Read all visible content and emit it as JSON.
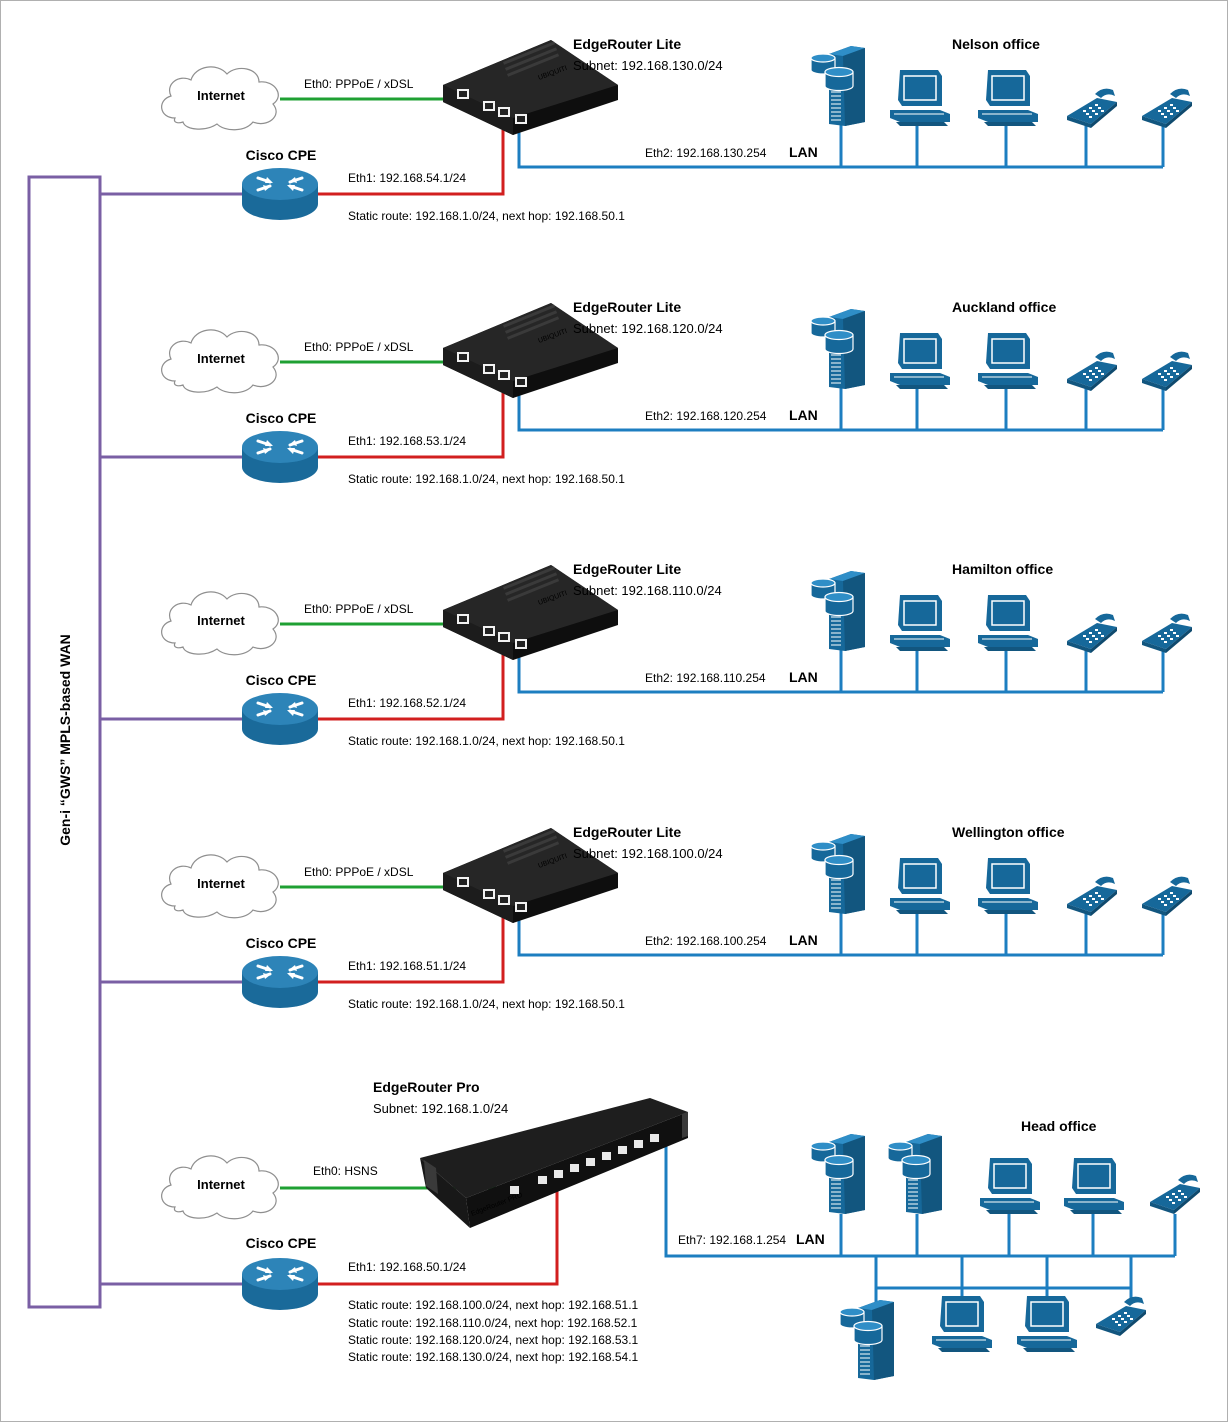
{
  "wan": {
    "label": "Gen-i  “GWS” MPLS-based WAN",
    "color": "#7a5fa4"
  },
  "colors": {
    "green": "#1fa033",
    "red": "#d21f1f",
    "blue": "#1d7ec0",
    "device_blue": "#16689a"
  },
  "branches": [
    {
      "office": "Nelson office",
      "router_name": "EdgeRouter Lite",
      "subnet": "Subnet: 192.168.130.0/24",
      "internet_label": "Internet",
      "eth0": "Eth0: PPPoE / xDSL",
      "cpe_label": "Cisco CPE",
      "eth1": "Eth1: 192.168.54.1/24",
      "static_route": "Static route: 192.168.1.0/24, next hop: 192.168.50.1",
      "eth2": "Eth2: 192.168.130.254",
      "lan": "LAN"
    },
    {
      "office": "Auckland office",
      "router_name": "EdgeRouter Lite",
      "subnet": "Subnet: 192.168.120.0/24",
      "internet_label": "Internet",
      "eth0": "Eth0: PPPoE / xDSL",
      "cpe_label": "Cisco CPE",
      "eth1": "Eth1: 192.168.53.1/24",
      "static_route": "Static route: 192.168.1.0/24, next hop: 192.168.50.1",
      "eth2": "Eth2: 192.168.120.254",
      "lan": "LAN"
    },
    {
      "office": "Hamilton office",
      "router_name": "EdgeRouter Lite",
      "subnet": "Subnet: 192.168.110.0/24",
      "internet_label": "Internet",
      "eth0": "Eth0: PPPoE / xDSL",
      "cpe_label": "Cisco CPE",
      "eth1": "Eth1: 192.168.52.1/24",
      "static_route": "Static route: 192.168.1.0/24, next hop: 192.168.50.1",
      "eth2": "Eth2: 192.168.110.254",
      "lan": "LAN"
    },
    {
      "office": "Wellington office",
      "router_name": "EdgeRouter Lite",
      "subnet": "Subnet: 192.168.100.0/24",
      "internet_label": "Internet",
      "eth0": "Eth0: PPPoE / xDSL",
      "cpe_label": "Cisco CPE",
      "eth1": "Eth1: 192.168.51.1/24",
      "static_route": "Static route: 192.168.1.0/24, next hop: 192.168.50.1",
      "eth2": "Eth2: 192.168.100.254",
      "lan": "LAN"
    }
  ],
  "head": {
    "office": "Head office",
    "router_name": "EdgeRouter Pro",
    "subnet": "Subnet: 192.168.1.0/24",
    "internet_label": "Internet",
    "eth0": "Eth0: HSNS",
    "cpe_label": "Cisco CPE",
    "eth1": "Eth1: 192.168.50.1/24",
    "eth7": "Eth7: 192.168.1.254",
    "lan": "LAN",
    "static_routes": [
      "Static route: 192.168.100.0/24, next hop: 192.168.51.1",
      "Static route: 192.168.110.0/24, next hop: 192.168.52.1",
      "Static route: 192.168.120.0/24, next hop: 192.168.53.1",
      "Static route: 192.168.130.0/24, next hop: 192.168.54.1"
    ]
  },
  "icons": [
    "cloud-icon",
    "router-icon",
    "edgerouter-lite-icon",
    "edgerouter-pro-icon",
    "server-icon",
    "workstation-icon",
    "ip-phone-icon"
  ]
}
